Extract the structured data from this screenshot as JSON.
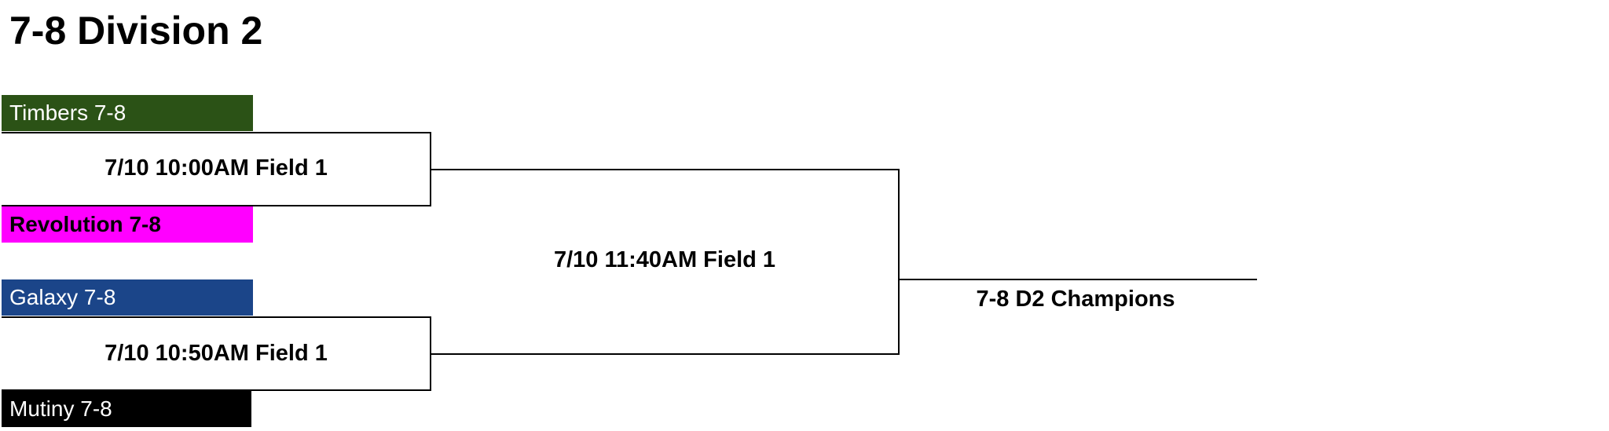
{
  "page": {
    "title": "7-8 Division 2"
  },
  "bracket": {
    "round1": [
      {
        "top_team": {
          "name": "Timbers 7-8",
          "color": "#2b5216"
        },
        "game": "7/10 10:00AM Field 1",
        "bottom_team": {
          "name": "Revolution 7-8",
          "color": "#ff00ff"
        }
      },
      {
        "top_team": {
          "name": "Galaxy 7-8",
          "color": "#1b4589"
        },
        "game": "7/10 10:50AM Field 1",
        "bottom_team": {
          "name": "Mutiny 7-8",
          "color": "#000000"
        }
      }
    ],
    "final": {
      "game": "7/10 11:40AM Field 1"
    },
    "champion_label": "7-8 D2 Champions"
  }
}
